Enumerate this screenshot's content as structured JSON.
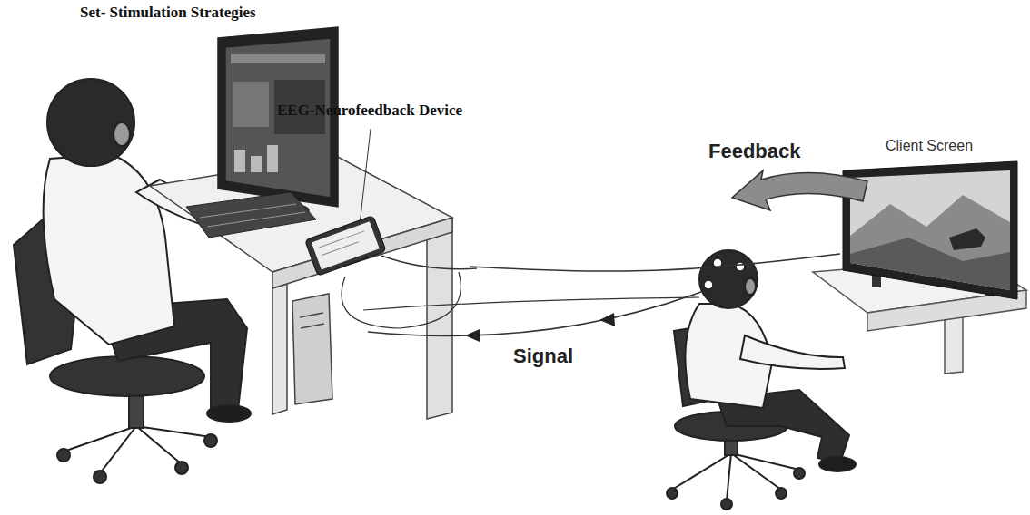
{
  "diagram": {
    "nodes": [
      {
        "text": [
          "Set- Stimulation Strategies"
        ]
      },
      {
        "text": [
          "EEG-Neurofeedback Device"
        ]
      },
      {
        "text": [
          "Client Screen"
        ]
      }
    ],
    "edges": [
      {
        "from": 1,
        "to": 2,
        "arrow": "none"
      }
    ],
    "labels": [
      "Feedback",
      "Signal"
    ]
  }
}
